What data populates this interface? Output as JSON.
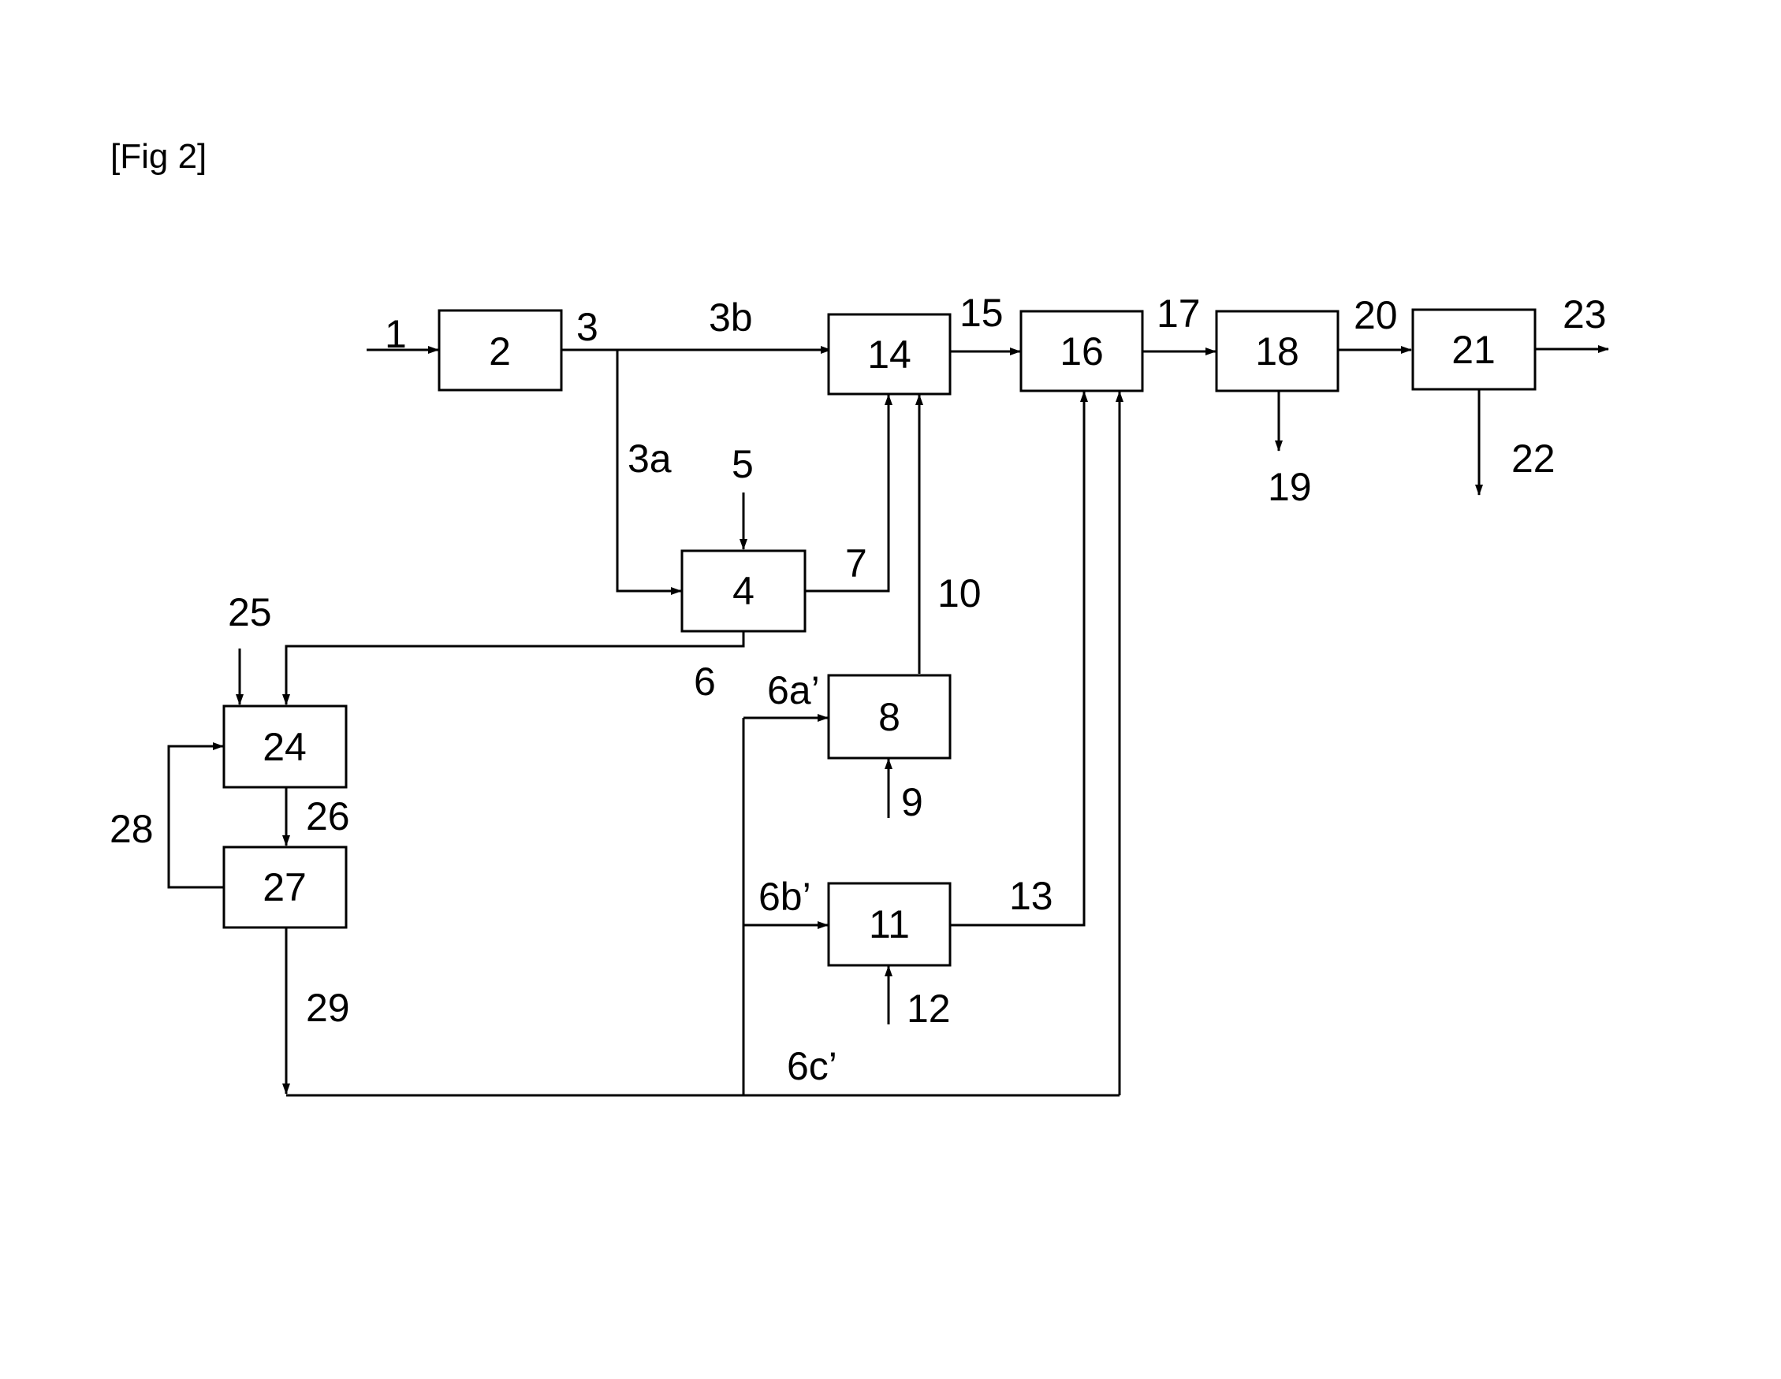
{
  "figure": {
    "caption": "[Fig 2]"
  },
  "boxes": {
    "b2": "2",
    "b4": "4",
    "b8": "8",
    "b11": "11",
    "b14": "14",
    "b16": "16",
    "b18": "18",
    "b21": "21",
    "b24": "24",
    "b27": "27"
  },
  "streams": {
    "s1": "1",
    "s3": "3",
    "s3a": "3a",
    "s3b": "3b",
    "s5": "5",
    "s6": "6",
    "s6a": "6a’",
    "s6b": "6b’",
    "s6c": "6c’",
    "s7": "7",
    "s9": "9",
    "s10": "10",
    "s12": "12",
    "s13": "13",
    "s15": "15",
    "s17": "17",
    "s19": "19",
    "s20": "20",
    "s22": "22",
    "s23": "23",
    "s25": "25",
    "s26": "26",
    "s28": "28",
    "s29": "29"
  }
}
